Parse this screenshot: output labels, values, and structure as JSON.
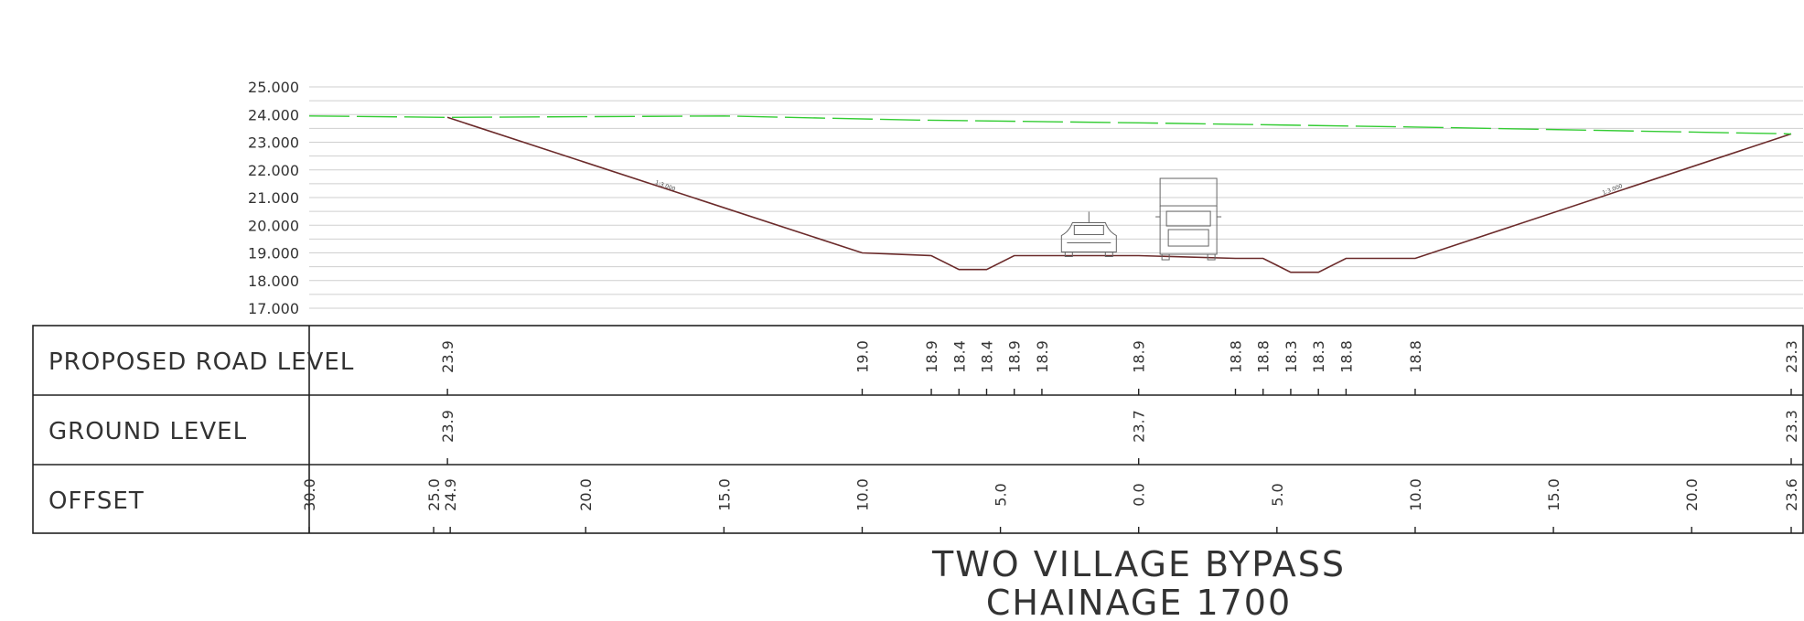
{
  "chart_data": {
    "type": "line",
    "y_axis": {
      "ylim": [
        17.0,
        25.0
      ],
      "tick_labels": [
        "25.000",
        "24.000",
        "23.000",
        "22.000",
        "21.000",
        "20.000",
        "19.000",
        "18.000",
        "17.000"
      ],
      "grid": true
    },
    "x_axis": {
      "xlim": [
        -30.0,
        23.6
      ]
    },
    "series": [
      {
        "color": "#6b2a2a",
        "points": [
          {
            "x": -25.0,
            "y": 23.9
          },
          {
            "x": -10.0,
            "y": 19.0
          },
          {
            "x": -7.5,
            "y": 18.9
          },
          {
            "x": -6.5,
            "y": 18.4
          },
          {
            "x": -5.5,
            "y": 18.4
          },
          {
            "x": -4.5,
            "y": 18.9
          },
          {
            "x": -3.5,
            "y": 18.9
          },
          {
            "x": 0.0,
            "y": 18.9
          },
          {
            "x": 3.5,
            "y": 18.8
          },
          {
            "x": 4.5,
            "y": 18.8
          },
          {
            "x": 5.5,
            "y": 18.3
          },
          {
            "x": 6.5,
            "y": 18.3
          },
          {
            "x": 7.5,
            "y": 18.8
          },
          {
            "x": 10.0,
            "y": 18.8
          },
          {
            "x": 23.6,
            "y": 23.3
          }
        ]
      },
      {
        "color": "#33cc33",
        "dashed": true,
        "points": [
          {
            "x": -30.0,
            "y": 23.95
          },
          {
            "x": -25.0,
            "y": 23.9
          },
          {
            "x": -15.0,
            "y": 23.95
          },
          {
            "x": -8.0,
            "y": 23.8
          },
          {
            "x": 0.0,
            "y": 23.7
          },
          {
            "x": 10.0,
            "y": 23.55
          },
          {
            "x": 23.6,
            "y": 23.3
          }
        ]
      }
    ],
    "slope_labels": [
      {
        "x": -17.5,
        "y": 21.5,
        "text": "1:3.000"
      },
      {
        "x": 16.8,
        "y": 21.1,
        "text": "1:3.000"
      }
    ],
    "vehicles": [
      {
        "kind": "car",
        "x": -1.8,
        "y": 18.9
      },
      {
        "kind": "truck",
        "x": 1.8,
        "y": 18.85
      }
    ]
  },
  "table": {
    "rows": [
      {
        "label": "PROPOSED ROAD LEVEL",
        "entries": [
          {
            "x": -25.0,
            "text": "23.9"
          },
          {
            "x": -10.0,
            "text": "19.0"
          },
          {
            "x": -7.5,
            "text": "18.9"
          },
          {
            "x": -6.5,
            "text": "18.4"
          },
          {
            "x": -5.5,
            "text": "18.4"
          },
          {
            "x": -4.5,
            "text": "18.9"
          },
          {
            "x": -3.5,
            "text": "18.9"
          },
          {
            "x": 0.0,
            "text": "18.9"
          },
          {
            "x": 3.5,
            "text": "18.8"
          },
          {
            "x": 4.5,
            "text": "18.8"
          },
          {
            "x": 5.5,
            "text": "18.3"
          },
          {
            "x": 6.5,
            "text": "18.3"
          },
          {
            "x": 7.5,
            "text": "18.8"
          },
          {
            "x": 10.0,
            "text": "18.8"
          },
          {
            "x": 23.6,
            "text": "23.3"
          }
        ]
      },
      {
        "label": "GROUND LEVEL",
        "entries": [
          {
            "x": -25.0,
            "text": "23.9"
          },
          {
            "x": 0.0,
            "text": "23.7"
          },
          {
            "x": 23.6,
            "text": "23.3"
          }
        ]
      },
      {
        "label": "OFFSET",
        "entries": [
          {
            "x": -30.0,
            "text": "30.0"
          },
          {
            "x": -25.5,
            "text": "25.0"
          },
          {
            "x": -24.9,
            "text": "24.9"
          },
          {
            "x": -20.0,
            "text": "20.0"
          },
          {
            "x": -15.0,
            "text": "15.0"
          },
          {
            "x": -10.0,
            "text": "10.0"
          },
          {
            "x": -5.0,
            "text": "5.0"
          },
          {
            "x": 0.0,
            "text": "0.0"
          },
          {
            "x": 5.0,
            "text": "5.0"
          },
          {
            "x": 10.0,
            "text": "10.0"
          },
          {
            "x": 15.0,
            "text": "15.0"
          },
          {
            "x": 20.0,
            "text": "20.0"
          },
          {
            "x": 23.6,
            "text": "23.6"
          }
        ]
      }
    ]
  },
  "title": {
    "line1": "TWO  VILLAGE  BYPASS",
    "line2": "CHAINAGE   1700"
  }
}
